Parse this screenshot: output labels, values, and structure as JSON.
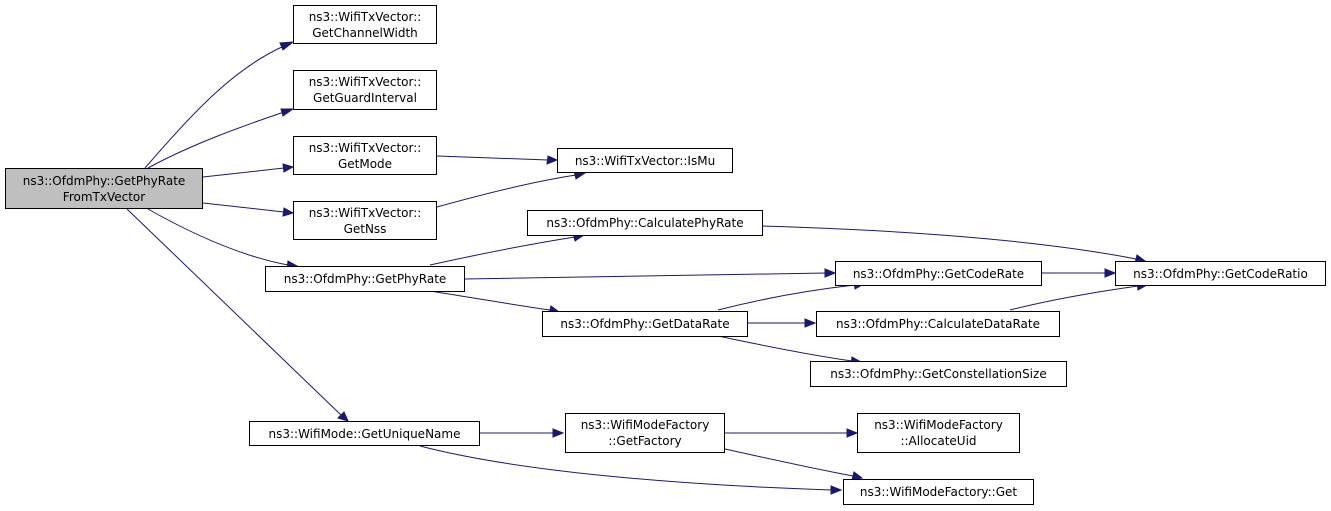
{
  "nodes": {
    "root": [
      "ns3::OfdmPhy::GetPhyRate",
      "FromTxVector"
    ],
    "getChannelWidth": [
      "ns3::WifiTxVector::",
      "GetChannelWidth"
    ],
    "getGuardInterval": [
      "ns3::WifiTxVector::",
      "GetGuardInterval"
    ],
    "getMode": [
      "ns3::WifiTxVector::",
      "GetMode"
    ],
    "getNss": [
      "ns3::WifiTxVector::",
      "GetNss"
    ],
    "isMu": [
      "ns3::WifiTxVector::IsMu"
    ],
    "getPhyRate": [
      "ns3::OfdmPhy::GetPhyRate"
    ],
    "calculatePhyRate": [
      "ns3::OfdmPhy::CalculatePhyRate"
    ],
    "getCodeRate": [
      "ns3::OfdmPhy::GetCodeRate"
    ],
    "getCodeRatio": [
      "ns3::OfdmPhy::GetCodeRatio"
    ],
    "getDataRate": [
      "ns3::OfdmPhy::GetDataRate"
    ],
    "calculateDataRate": [
      "ns3::OfdmPhy::CalculateDataRate"
    ],
    "getConstellationSize": [
      "ns3::OfdmPhy::GetConstellationSize"
    ],
    "getUniqueName": [
      "ns3::WifiMode::GetUniqueName"
    ],
    "getFactory": [
      "ns3::WifiModeFactory",
      "::GetFactory"
    ],
    "allocateUid": [
      "ns3::WifiModeFactory",
      "::AllocateUid"
    ],
    "factoryGet": [
      "ns3::WifiModeFactory::Get"
    ]
  },
  "edges": [
    [
      "root",
      "getChannelWidth"
    ],
    [
      "root",
      "getGuardInterval"
    ],
    [
      "root",
      "getMode"
    ],
    [
      "root",
      "getNss"
    ],
    [
      "root",
      "getPhyRate"
    ],
    [
      "root",
      "getUniqueName"
    ],
    [
      "getMode",
      "isMu"
    ],
    [
      "getNss",
      "isMu"
    ],
    [
      "getPhyRate",
      "calculatePhyRate"
    ],
    [
      "getPhyRate",
      "getCodeRate"
    ],
    [
      "getPhyRate",
      "getDataRate"
    ],
    [
      "calculatePhyRate",
      "getCodeRatio"
    ],
    [
      "getCodeRate",
      "getCodeRatio"
    ],
    [
      "getDataRate",
      "getCodeRate"
    ],
    [
      "getDataRate",
      "calculateDataRate"
    ],
    [
      "getDataRate",
      "getConstellationSize"
    ],
    [
      "calculateDataRate",
      "getCodeRatio"
    ],
    [
      "getUniqueName",
      "getFactory"
    ],
    [
      "getUniqueName",
      "factoryGet"
    ],
    [
      "getFactory",
      "allocateUid"
    ],
    [
      "getFactory",
      "factoryGet"
    ]
  ],
  "colors": {
    "edge": "#191970",
    "root_fill": "#bfbfbf",
    "node_fill": "#ffffff"
  }
}
